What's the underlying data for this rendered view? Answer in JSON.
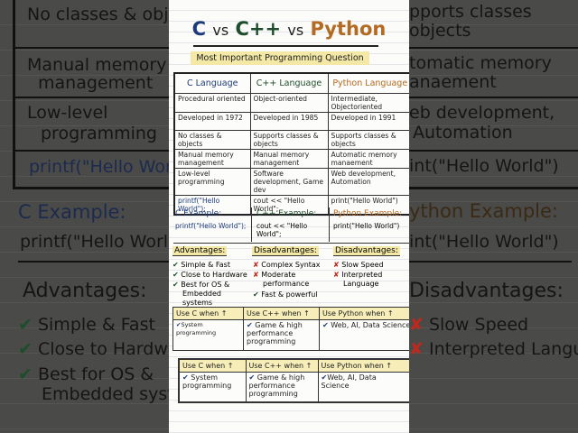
{
  "title": {
    "c": "C",
    "vs": "vs",
    "cpp": "C++",
    "python": "Python"
  },
  "subtitle": "Most Important Programming Question",
  "table": {
    "headers": [
      "C Language",
      "C++ Language",
      "Python Language"
    ],
    "rows": [
      [
        "Procedural oriented",
        "Object-oriented",
        "Intermediate, Objectoriented"
      ],
      [
        "Developed in 1972",
        "Developed in 1985",
        "Developed in 1991"
      ],
      [
        "No classes & objects",
        "Supports classes & objects",
        "Supports classes & objects"
      ],
      [
        "Manual memory management",
        "Manual memory management",
        "Automatic memory manaement"
      ],
      [
        "Low-level programming",
        "Software development, Game dev",
        "Web development, Automation"
      ],
      [
        "printf(\"Hello World\");",
        "cout << \"Hello World\";",
        "print(\"Hello World\")"
      ]
    ]
  },
  "examples": [
    {
      "label": "C Example:",
      "code": "printf(\"Hello World\");"
    },
    {
      "label": "C++ Example:",
      "code": "cout << \"Hello World\";"
    },
    {
      "label": "Python Example:",
      "code": "print(\"Hello World\")"
    }
  ],
  "advantages": {
    "label": "Advantages:",
    "items": [
      "Simple & Fast",
      "Close to Hardware",
      "Best for OS & Embedded systems"
    ]
  },
  "cpp_disadvantages": {
    "label": "Disadvantages:",
    "items": [
      "Complex Syntax",
      "Moderate performance",
      "Fast & powerful"
    ]
  },
  "python_disadvantages": {
    "label": "Disadvantages:",
    "items": [
      "Slow Speed",
      "Interpreted Language"
    ]
  },
  "use_when": {
    "headers": [
      "Use C when ↑",
      "Use C++ when ↑",
      "Use Python when ↑"
    ],
    "cells": [
      "System programming",
      "Game & high performance programming",
      "Web, AI, Data Science"
    ]
  },
  "side_left": {
    "r1": "No classes & obje",
    "r2a": "Manual memory",
    "r2b": "management",
    "r3a": "Low-level",
    "r3b": "programming",
    "r4": "printf(\"Hello Worl",
    "ex": "C Example:",
    "code": "printf(\"Hello World",
    "adv": "Advantages:",
    "i1": "Simple & Fast",
    "i2": "Close to Hardw",
    "i3a": "Best for OS &",
    "i3b": "Embedded syste"
  },
  "side_right": {
    "r1a": "pports classes",
    "r1b": "objects",
    "r2a": "tomatic memory",
    "r2b": "anaement",
    "r3a": "eb development,",
    "r3b": "Automation",
    "r4": "int(\"Hello World\")",
    "ex": "ython Example:",
    "code": "int(\"Hello World\")",
    "dis": "Disadvantages:",
    "i1": "Slow Speed",
    "i2": "Interpreted Langu"
  },
  "colors": {
    "c": "#1c3b7a",
    "cpp": "#1e4d2b",
    "python": "#b36a22",
    "highlight": "#f3e8a6"
  }
}
